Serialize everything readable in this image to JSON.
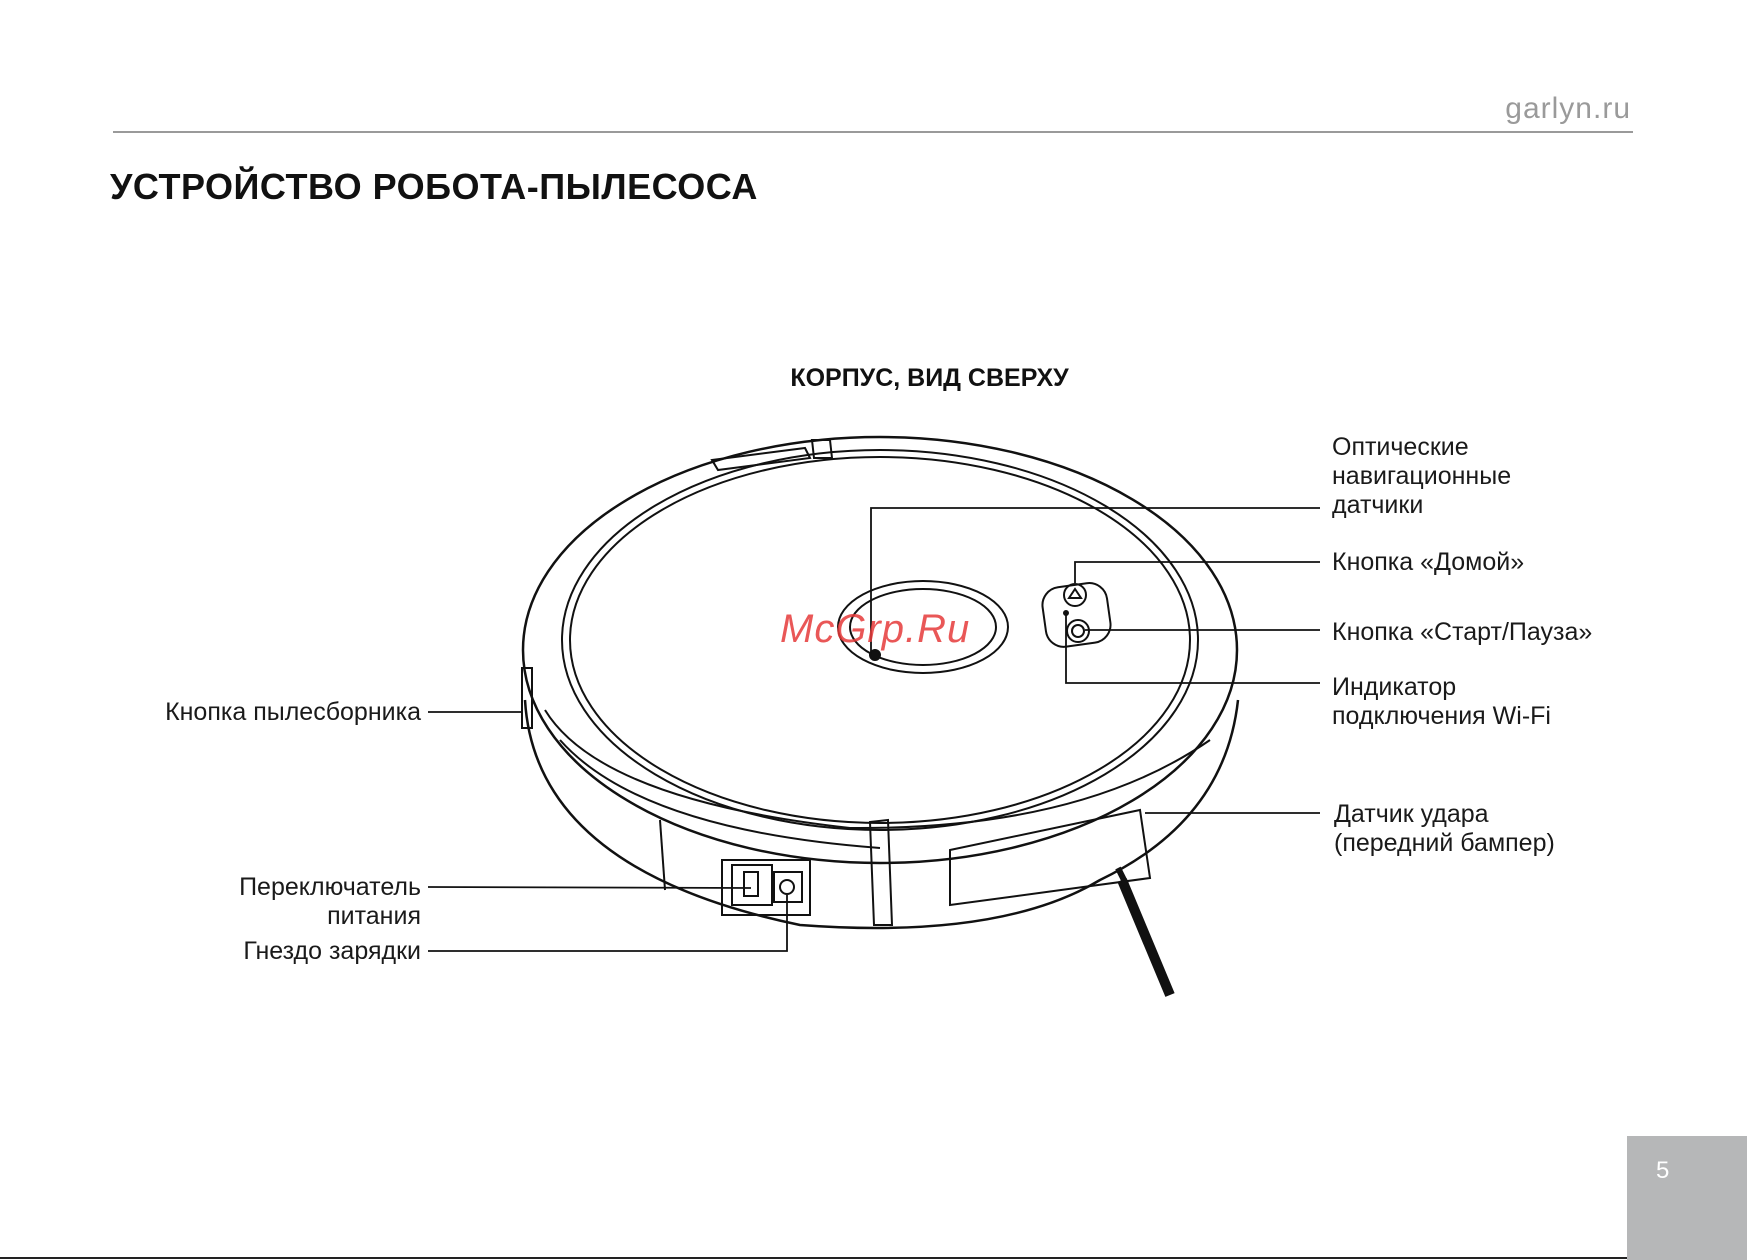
{
  "header": {
    "site": "garlyn.ru"
  },
  "page_title": "УСТРОЙСТВО РОБОТА-ПЫЛЕСОСА",
  "diagram": {
    "subtitle": "КОРПУС, ВИД СВЕРХУ",
    "watermark": "McGrp.Ru",
    "labels": {
      "optical": "Оптические\nнавигационные\nдатчики",
      "home": "Кнопка «Домой»",
      "start": "Кнопка «Старт/Пауза»",
      "wifi": "Индикатор\nподключения Wi-Fi",
      "bumper": "Датчик удара\n(передний бампер)",
      "dustbin": "Кнопка пылесборника",
      "power": "Переключатель\nпитания",
      "charge": "Гнездо зарядки"
    }
  },
  "footer": {
    "page_number": "5"
  },
  "colors": {
    "accent_gray": "#b6b7b8",
    "header_gray": "#9a9a9a",
    "watermark": "#e63a3a"
  }
}
